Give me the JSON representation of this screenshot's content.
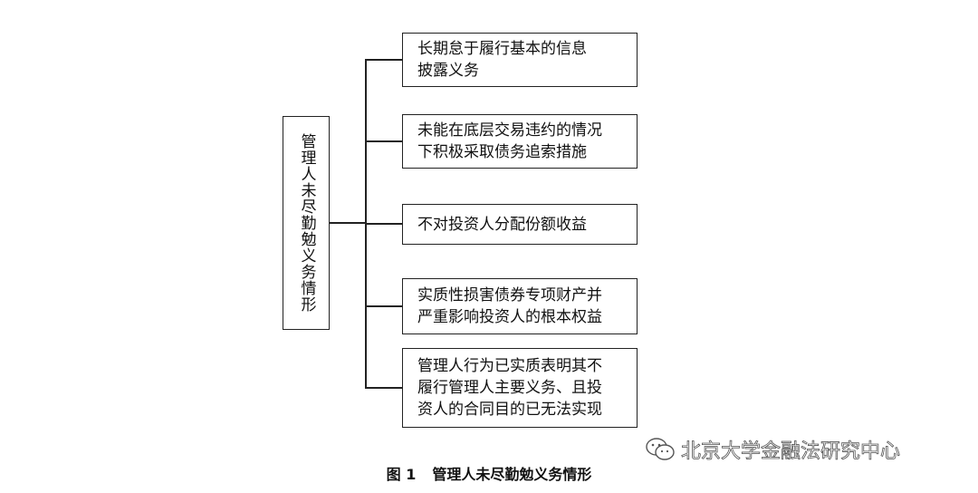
{
  "diagram": {
    "root": "管理人未尽勤勉义务情形",
    "leaves": [
      "长期怠于履行基本的信息\n披露义务",
      "未能在底层交易违约的情况\n下积极采取债务追索措施",
      "不对投资人分配份额收益",
      "实质性损害债券专项财产并\n严重影响投资人的根本权益",
      "管理人行为已实质表明其不\n履行管理人主要义务、且投\n资人的合同目的已无法实现"
    ]
  },
  "caption": {
    "label": "图 1",
    "title": "管理人未尽勤勉义务情形"
  },
  "watermark": {
    "icon": "wechat-icon",
    "text": "北京大学金融法研究中心"
  }
}
